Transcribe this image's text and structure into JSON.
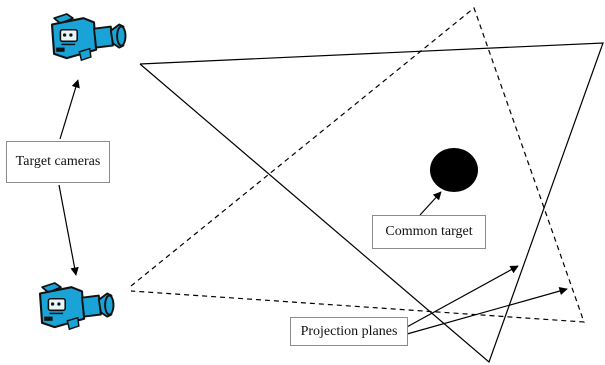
{
  "labels": {
    "target_cameras": "Target cameras",
    "common_target": "Common target",
    "projection_planes": "Projection planes"
  },
  "icons": {
    "camera": "video-camera-icon"
  },
  "colors": {
    "camera_body": "#1aa3d6",
    "camera_outline": "#111111",
    "target": "#000000",
    "lines": "#000000"
  }
}
